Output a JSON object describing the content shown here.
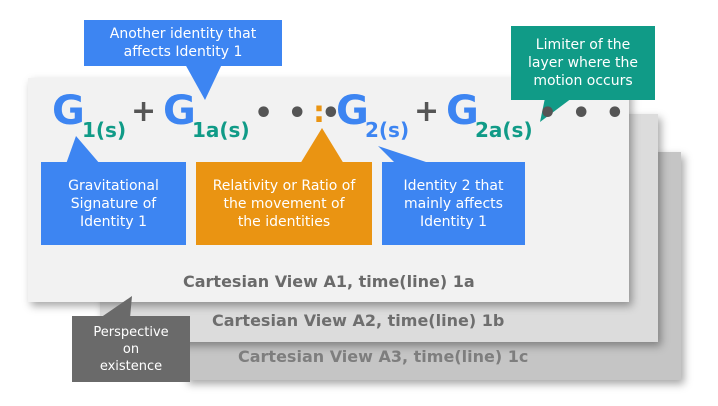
{
  "formula": {
    "g_symbol": "G",
    "term1_subscript": "1(s)",
    "term2_subscript": "1a(s)",
    "term3_subscript": "2(s)",
    "term4_subscript": "2a(s)",
    "plus": "+",
    "ellipsis": "• • •",
    "ratio_colon": ":"
  },
  "callouts": {
    "identity_affecting": "Another identity that\naffects Identity 1",
    "limiter": "Limiter of the\nlayer where the\nmotion occurs",
    "gravitational_signature": "Gravitational\nSignature of\nIdentity 1",
    "relativity": "Relativity or Ratio of\nthe movement of\nthe  identities",
    "identity_2": "Identity 2 that\nmainly affects\nIdentity 1",
    "perspective": "Perspective\non\nexistence"
  },
  "views": {
    "a1": "Cartesian View A1, time(line) 1a",
    "a2": "Cartesian View A2, time(line) 1b",
    "a3": "Cartesian View A3, time(line) 1c"
  },
  "colors": {
    "blue": "#3d85f2",
    "green": "#109b87",
    "orange": "#ea9412",
    "gray": "#6a6a6a"
  }
}
